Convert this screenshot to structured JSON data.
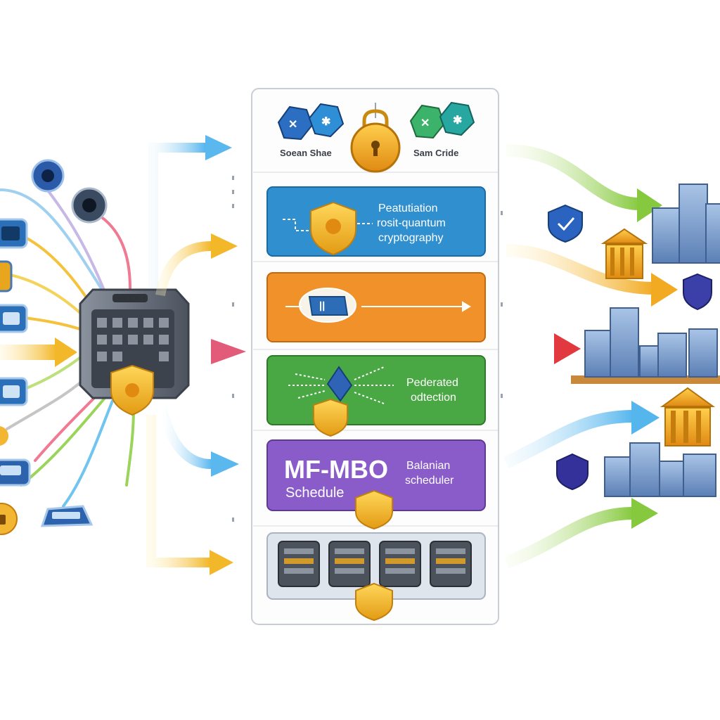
{
  "top_row": {
    "left_caption": "Soean Shae",
    "right_caption": "Sam Cride"
  },
  "layers": {
    "pqc": {
      "line1": "Peatutiation",
      "line2": "rosit-quantum",
      "line3": "cryptography"
    },
    "federated": {
      "line1": "Pederated",
      "line2": "odtection"
    },
    "mfmbo": {
      "title": "MF-MBO",
      "sub": "Schedule",
      "right1": "Balanian",
      "right2": "scheduler"
    }
  },
  "colors": {
    "pqc_layer": "#2f8fcf",
    "channel_layer": "#f0912a",
    "federated_layer": "#4aa844",
    "mfmbo_layer": "#8a5cc9",
    "shield_gold": "#f2b632",
    "arrow_blue": "#6fc4f0",
    "arrow_yellow": "#f5c23d",
    "arrow_pink": "#e8607a",
    "arrow_green": "#9bd45a"
  },
  "icons": [
    "lock-icon",
    "shield-icon",
    "server-icon",
    "building-icon",
    "bank-icon",
    "car-icon",
    "camera-icon",
    "device-icon",
    "globe-icon"
  ]
}
